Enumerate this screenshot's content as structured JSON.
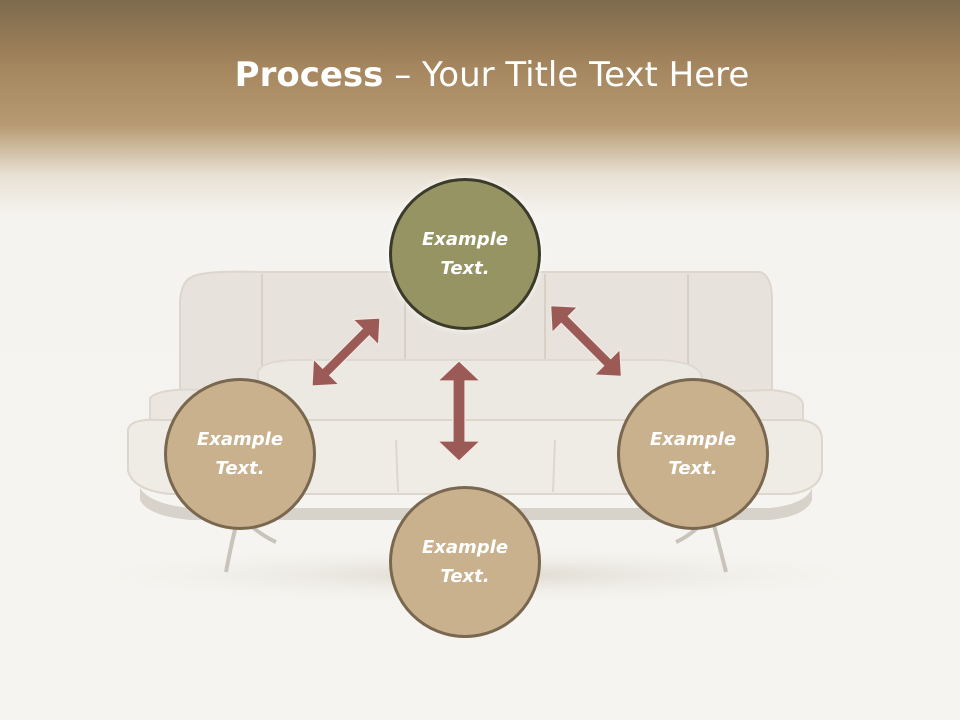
{
  "slide": {
    "title_bold": "Process",
    "title_dash": " – ",
    "title_rest": "Your Title Text Here"
  },
  "nodes": {
    "top": "Example Text.",
    "left": "Example Text.",
    "right": "Example Text.",
    "bottom": "Example Text."
  },
  "colors": {
    "header_brown": "#a6875f",
    "top_node": "#969463",
    "side_node": "#c9b18d",
    "arrow": "#9b5a55"
  }
}
